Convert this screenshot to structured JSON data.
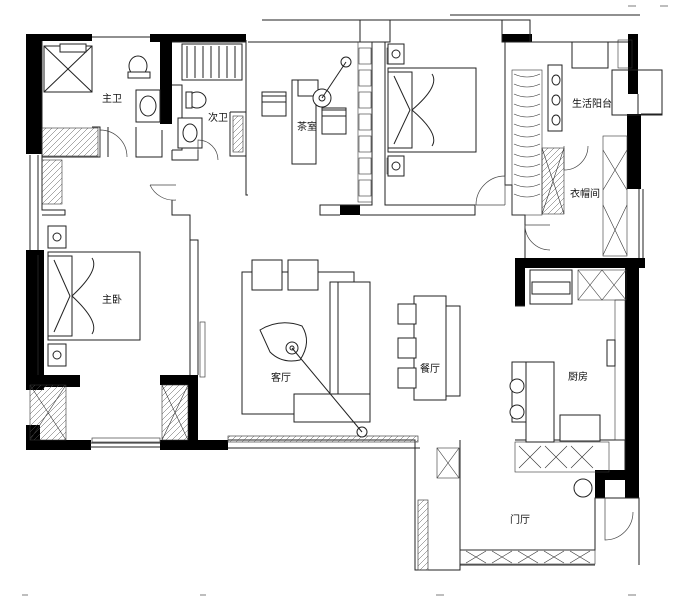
{
  "plan": {
    "rooms": [
      {
        "id": "master-bath",
        "label": "主卫"
      },
      {
        "id": "second-bath",
        "label": "次卫"
      },
      {
        "id": "tea-room",
        "label": "茶室"
      },
      {
        "id": "utility-balcony",
        "label": "生活阳台"
      },
      {
        "id": "cloakroom",
        "label": "衣帽间"
      },
      {
        "id": "master-bedroom",
        "label": "主卧"
      },
      {
        "id": "living-room",
        "label": "客厅"
      },
      {
        "id": "dining-room",
        "label": "餐厅"
      },
      {
        "id": "kitchen",
        "label": "厨房"
      },
      {
        "id": "entrance-hall",
        "label": "门厅"
      }
    ]
  }
}
